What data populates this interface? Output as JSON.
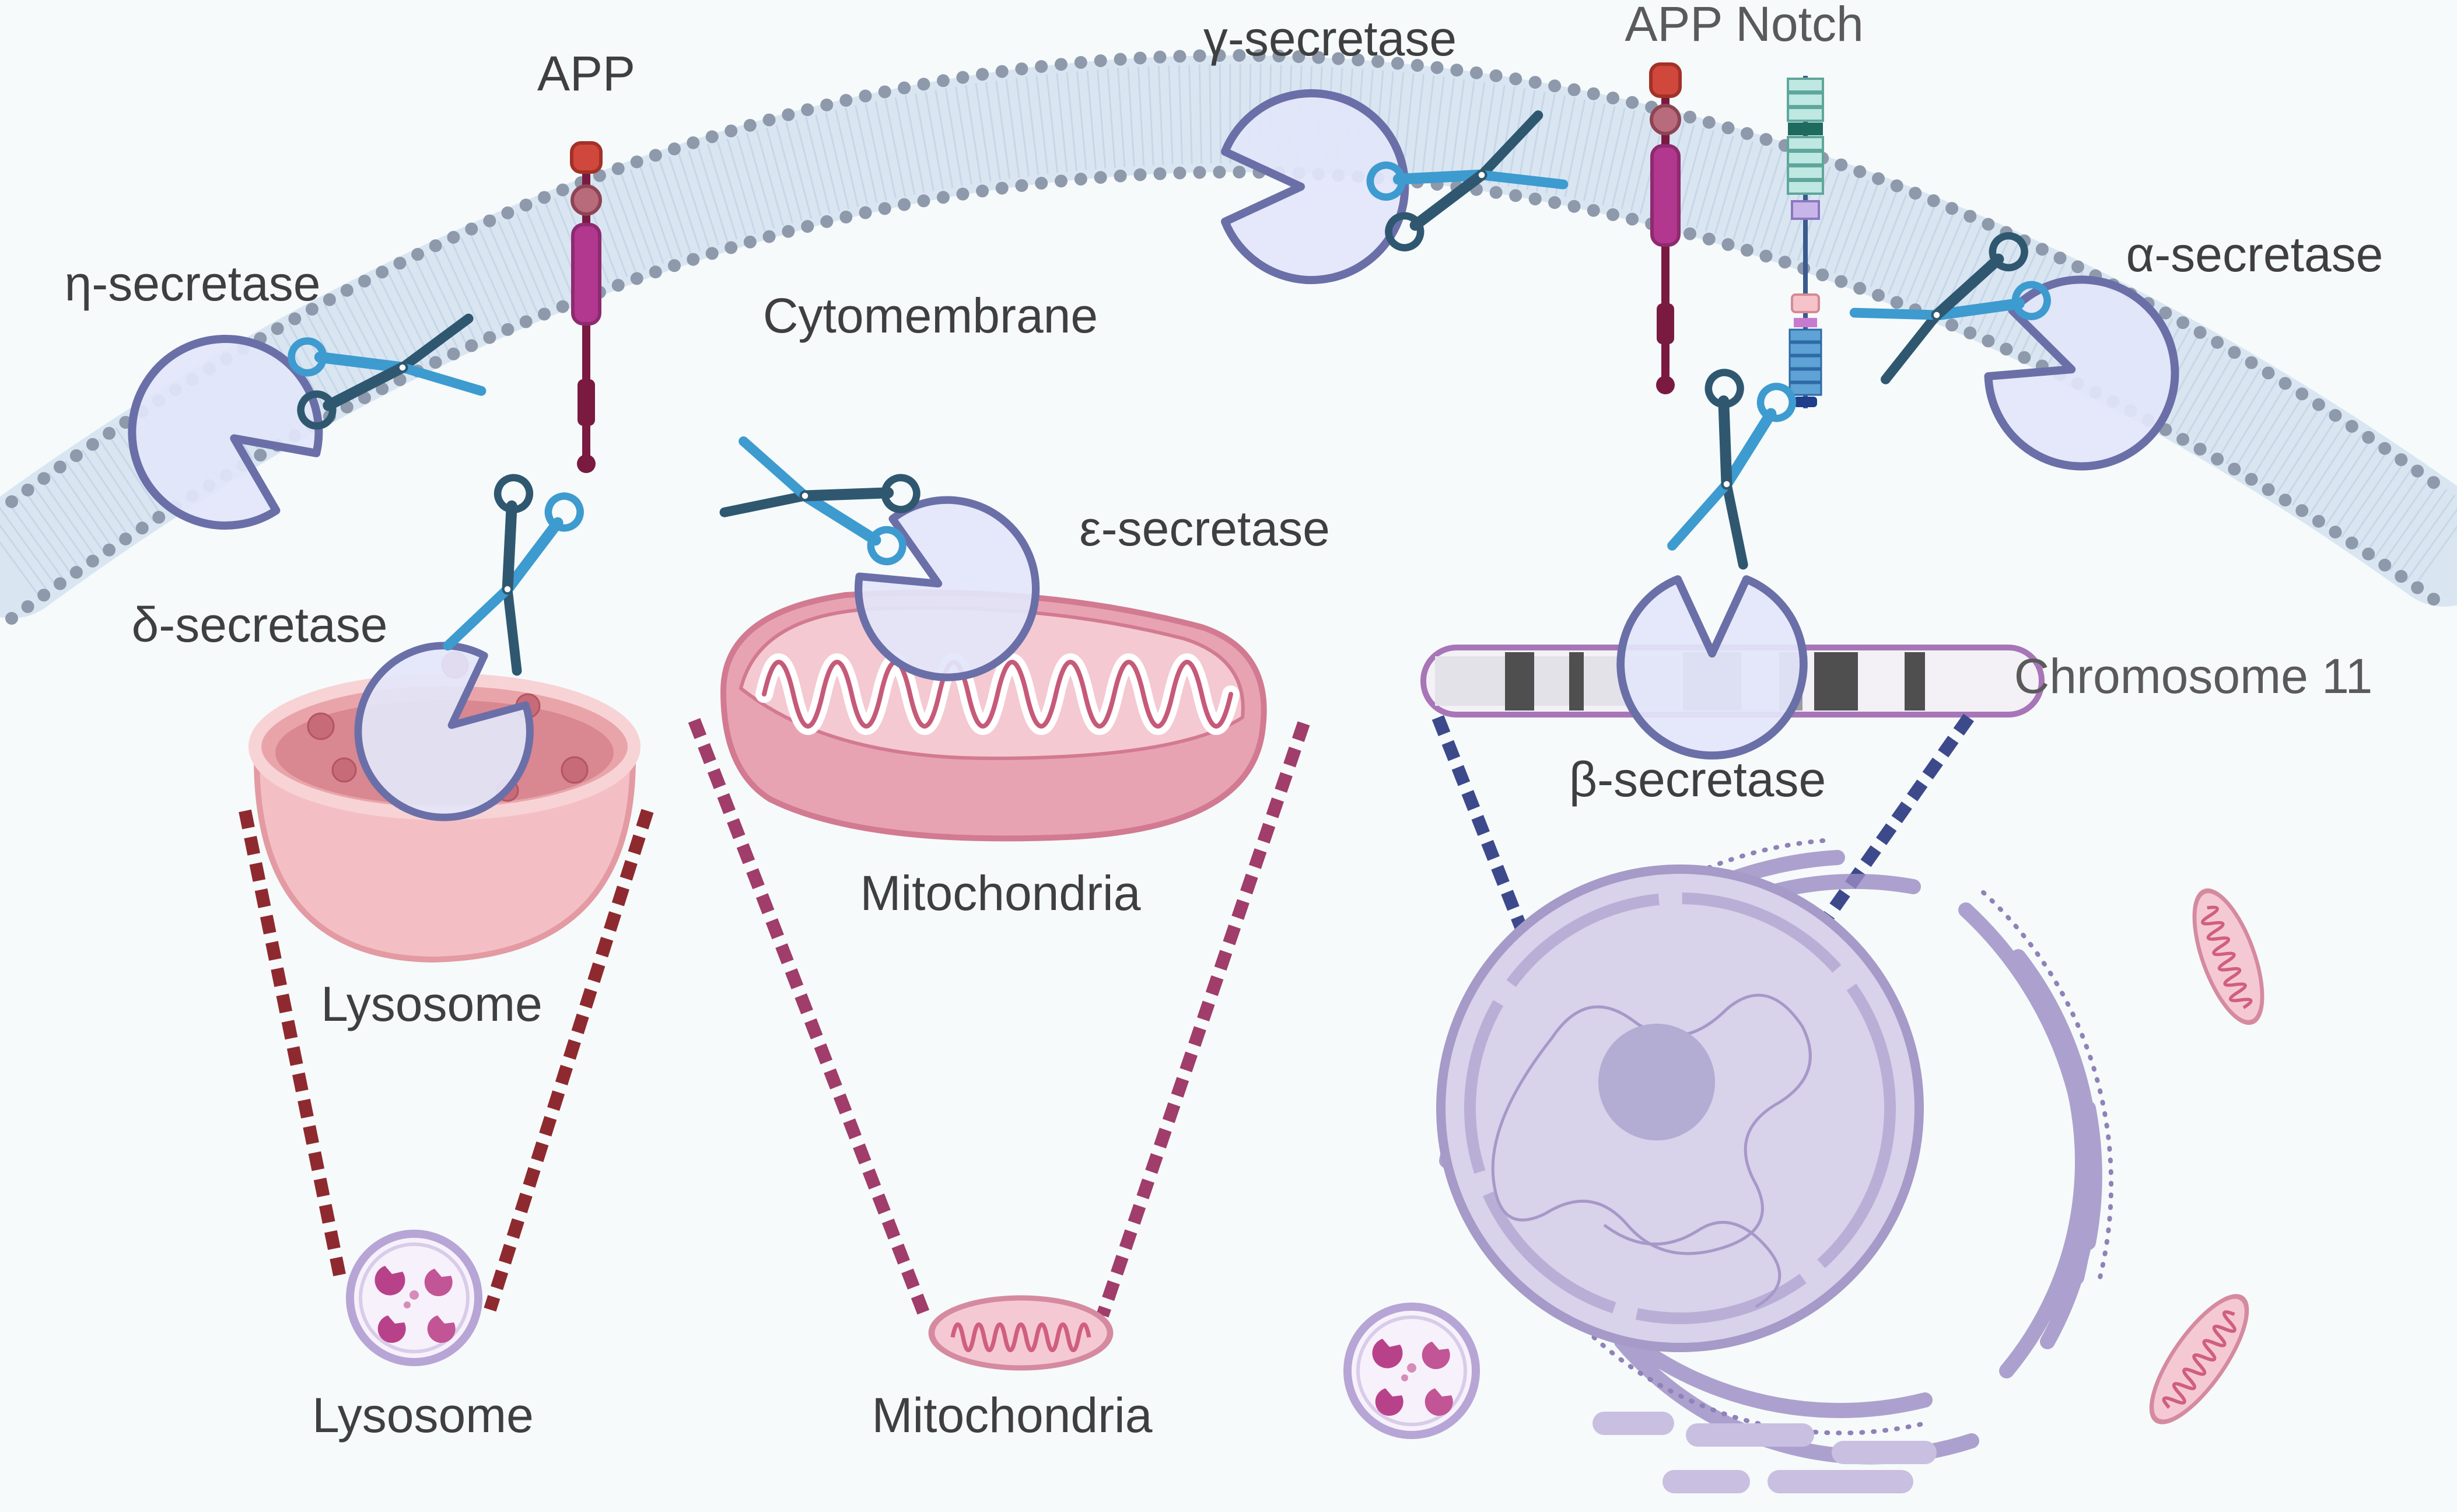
{
  "labels": {
    "app_left": "APP",
    "app_notch": "APP Notch",
    "gamma": "γ-secretase",
    "eta": "η-secretase",
    "alpha": "α-secretase",
    "cytomembrane": "Cytomembrane",
    "delta": "δ-secretase",
    "epsilon": "ε-secretase",
    "beta": "β-secretase",
    "chromosome": "Chromosome 11",
    "lysosome_top": "Lysosome",
    "mito_top": "Mitochondria",
    "lysosome_bottom": "Lysosome",
    "mito_bottom": "Mitochondria"
  },
  "colors": {
    "background": "#f6fafa",
    "membrane_fill": "#d9e6f2",
    "membrane_beads": "#8e9aab",
    "enzyme_fill": "#e3e6fa",
    "enzyme_stroke": "#6b6fa8",
    "scissor_dark": "#2f5870",
    "scissor_light": "#3d9bd0",
    "lysosome_pink": "#f4bfc4",
    "mito_pink": "#e9a7b8",
    "nucleus_lilac": "#cbc4e2",
    "dash_red": "#8e2a2f",
    "dash_magenta": "#a03d6a",
    "dash_blue": "#3c4a8c"
  },
  "icons": [
    "scissors-icon",
    "secretase-enzyme-icon",
    "app-protein-icon",
    "notch-protein-icon",
    "chromosome-icon",
    "lysosome-icon",
    "mitochondria-icon",
    "nucleus-icon"
  ]
}
